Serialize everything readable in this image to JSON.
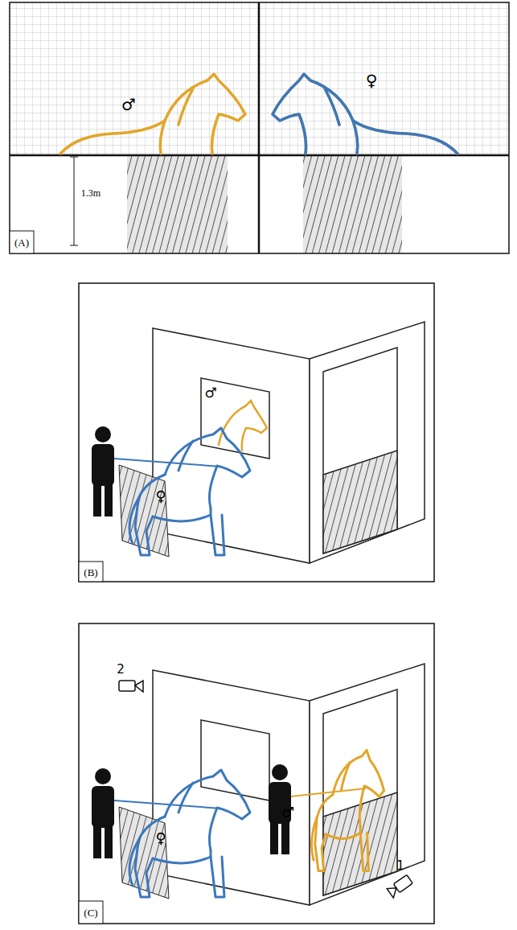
{
  "diagram": {
    "labels": [
      "♂",
      "♀",
      "1.3m",
      "(A)",
      "♂",
      "♀",
      "(B)",
      "2",
      "♀",
      "♂",
      "1",
      "(C)"
    ]
  }
}
